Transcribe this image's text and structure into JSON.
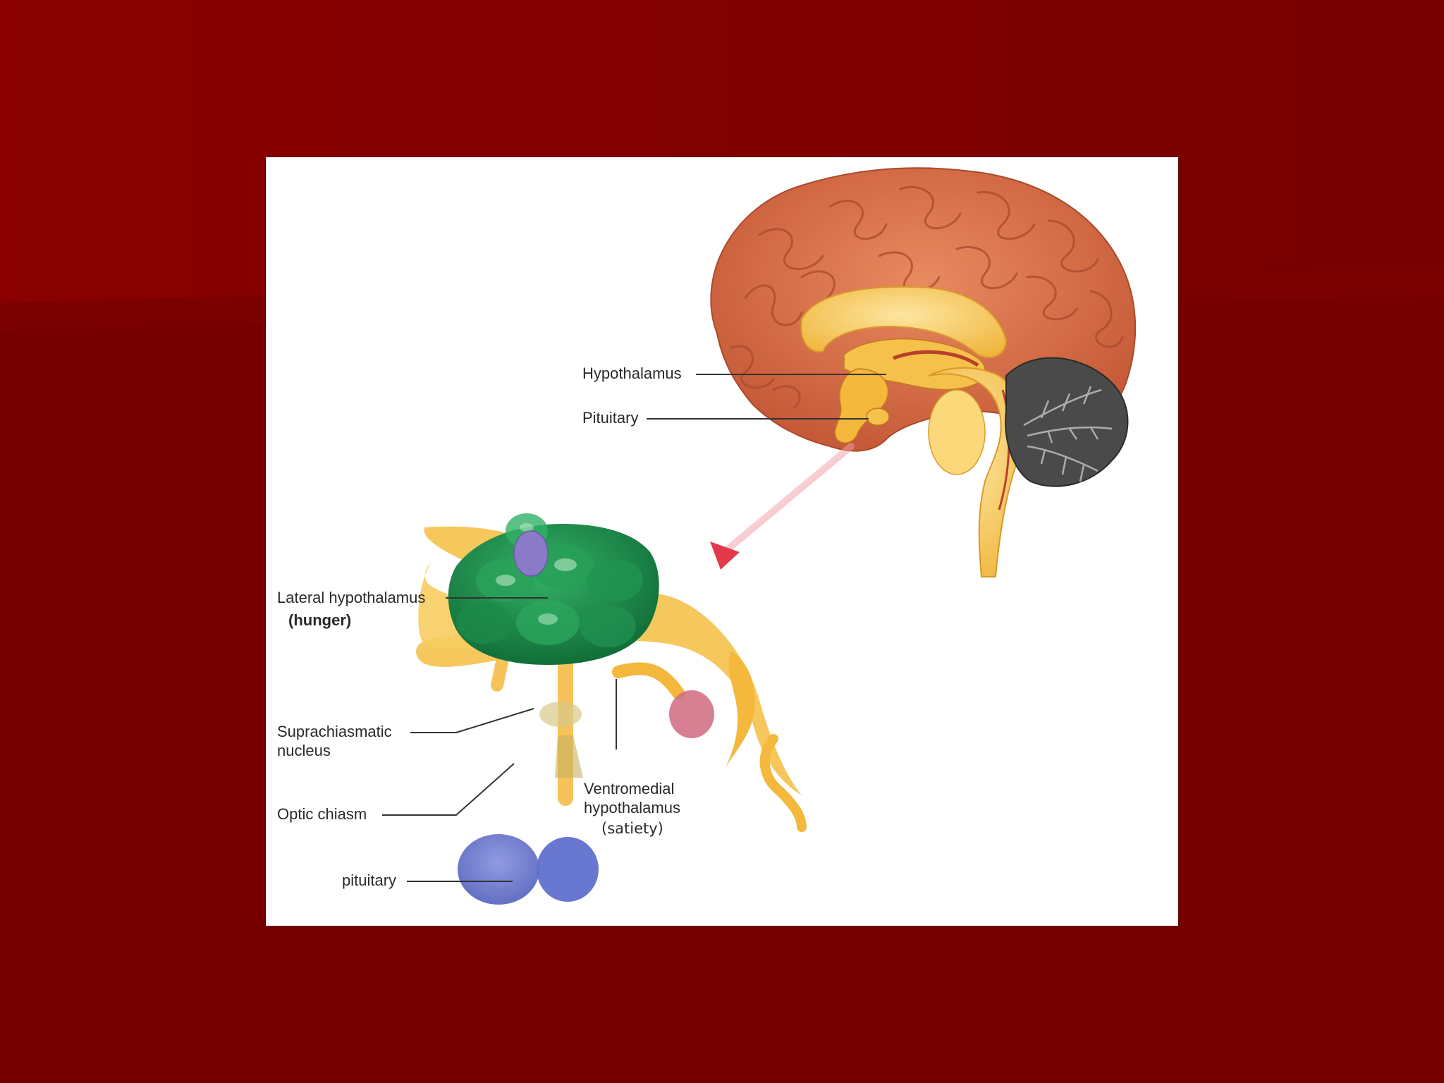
{
  "diagram": {
    "labels": {
      "hypothalamus": "Hypothalamus",
      "pituitary_upper": "Pituitary",
      "lateral_hypothalamus": "Lateral hypothalamus",
      "hunger": "(hunger)",
      "suprachiasmatic_line1": "Suprachiasmatic",
      "suprachiasmatic_line2": "nucleus",
      "optic_chiasm": "Optic chiasm",
      "pituitary_lower": "pituitary",
      "ventromedial_line1": "Ventromedial",
      "ventromedial_line2": "hypothalamus",
      "satiety": "(satiety)"
    },
    "colors": {
      "slide_background": "#7a0000",
      "panel": "#ffffff",
      "cortex": "#d9714a",
      "gyri_outline": "#a94a2c",
      "diencephalon": "#f5c14a",
      "cerebellum": "#4a4a4a",
      "lateral_hypothalamus_mass": "#1a8a45",
      "lateral_nucleus_sphere": "#8a7ac8",
      "ventromedial_sphere": "#d06a80",
      "pituitary_gland": "#6a78c8",
      "arrow": "#e04050"
    }
  }
}
